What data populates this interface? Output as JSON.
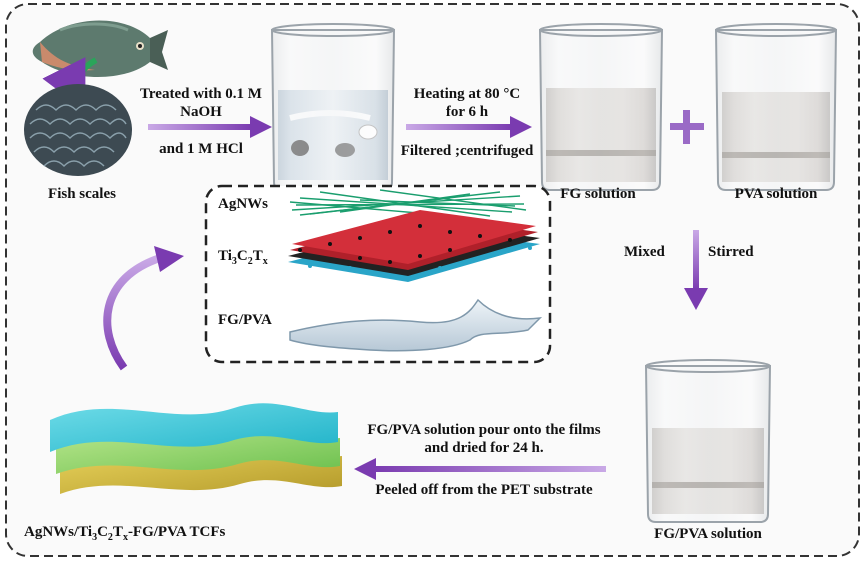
{
  "diagram": {
    "nodes": {
      "fish_scales": "Fish scales",
      "fg_solution": "FG solution",
      "pva_solution": "PVA solution",
      "fgpva_solution": "FG/PVA solution",
      "plus_sign": "+",
      "product_prefix": "AgNWs/Ti",
      "product_sub1": "3",
      "product_mid": "C",
      "product_sub2": "2",
      "product_mid2": "T",
      "product_sub3": "x",
      "product_suffix": "-FG/PVA TCFs"
    },
    "steps": {
      "step1_line1": "Treated with 0.1 M",
      "step1_line2": "NaOH",
      "step1_line3": "and 1 M HCl",
      "step2_line1": "Heating at 80 °C",
      "step2_line2": "for 6 h",
      "step2_line3": "Filtered ;centrifuged",
      "step3_left": "Mixed",
      "step3_right": "Stirred",
      "step4_line1": "FG/PVA solution pour onto the films",
      "step4_line2": "and dried for 24 h.",
      "step4_line3": "Peeled off from the PET substrate"
    },
    "layers": {
      "agnws": "AgNWs",
      "ti_prefix": "Ti",
      "ti_sub1": "3",
      "ti_mid": "C",
      "ti_sub2": "2",
      "ti_mid2": "T",
      "ti_sub3": "x",
      "fgpva": "FG/PVA"
    },
    "colors": {
      "arrow": "#8a4fb8",
      "border": "#333333",
      "liquid": "#b9b2ab",
      "film_top": "#35c6d8",
      "film_mid": "#8fd06a",
      "film_bottom": "#c9b13a",
      "agnw": "#1a9e6e",
      "mxene_red": "#b0202a",
      "mxene_dark": "#222222",
      "mxene_blue": "#2aa5c8"
    }
  }
}
